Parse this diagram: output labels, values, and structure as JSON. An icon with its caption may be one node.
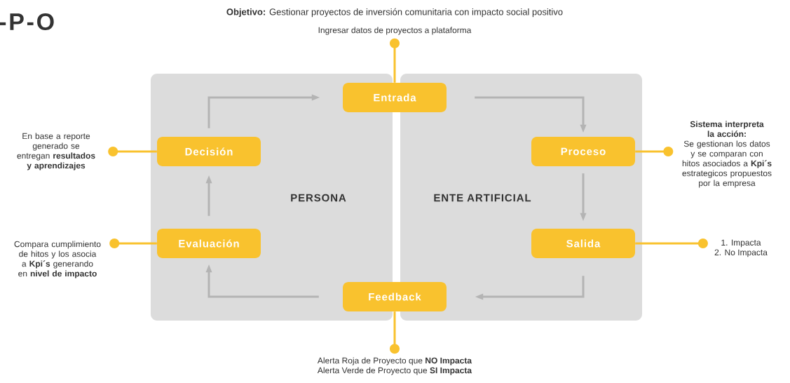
{
  "diagram": {
    "title": "-P-O",
    "nodes": [
      {
        "text": [
          "PERSONA"
        ]
      },
      {
        "text": [
          "ENTE ARTIFICIAL"
        ]
      },
      {
        "text": [
          "Entrada"
        ]
      },
      {
        "text": [
          "Decisión"
        ],
        "in": 0
      },
      {
        "text": [
          "Proceso"
        ],
        "in": 1
      },
      {
        "text": [
          "Evaluación"
        ],
        "in": 0
      },
      {
        "text": [
          "Salida"
        ],
        "in": 1
      },
      {
        "text": [
          "Feedback"
        ]
      },
      {
        "text": [
          "Ingresar datos de proyectos a plataforma"
        ]
      },
      {
        "text": [
          "En base a reporte generado se entregan **resultados y aprendizajes**"
        ]
      },
      {
        "text": [
          "Sistema interpreta la acción:",
          "Se gestionan los datos y se comparan con hitos asociados a **Kpi´s** estrategicos propuestos por la empresa"
        ]
      },
      {
        "text": [
          "Compara cumplimiento de hitos y los asocia a **Kpi´s** generando en **nivel de impacto**"
        ]
      },
      {
        "text": [
          "1. Impacta",
          "2. No Impacta"
        ]
      },
      {
        "text": [
          "Alerta Roja de Proyecto que **NO Impacta**",
          "Alerta Verde de Proyecto que **SI Impacta**"
        ]
      }
    ],
    "edges": [
      {
        "from": 3,
        "to": 2,
        "arrow": "to",
        "color": "#b4b4b4"
      },
      {
        "from": 2,
        "to": 4,
        "arrow": "to",
        "color": "#b4b4b4"
      },
      {
        "from": 4,
        "to": 6,
        "arrow": "to",
        "color": "#b4b4b4"
      },
      {
        "from": 6,
        "to": 7,
        "arrow": "to",
        "color": "#b4b4b4"
      },
      {
        "from": 7,
        "to": 5,
        "arrow": "to",
        "color": "#b4b4b4"
      },
      {
        "from": 5,
        "to": 3,
        "arrow": "to",
        "color": "#b4b4b4"
      },
      {
        "from": 8,
        "to": 2,
        "arrow": "other",
        "color": "#f9c22e"
      },
      {
        "from": 9,
        "to": 3,
        "arrow": "other",
        "color": "#f9c22e"
      },
      {
        "from": 10,
        "to": 4,
        "arrow": "other",
        "color": "#f9c22e"
      },
      {
        "from": 11,
        "to": 5,
        "arrow": "other",
        "color": "#f9c22e"
      },
      {
        "from": 12,
        "to": 6,
        "arrow": "other",
        "color": "#f9c22e"
      },
      {
        "from": 13,
        "to": 7,
        "arrow": "other",
        "color": "#f9c22e"
      }
    ],
    "labels": [
      "**Objetivo:** Gestionar proyectos de inversión comunitaria con impacto social positivo"
    ]
  }
}
